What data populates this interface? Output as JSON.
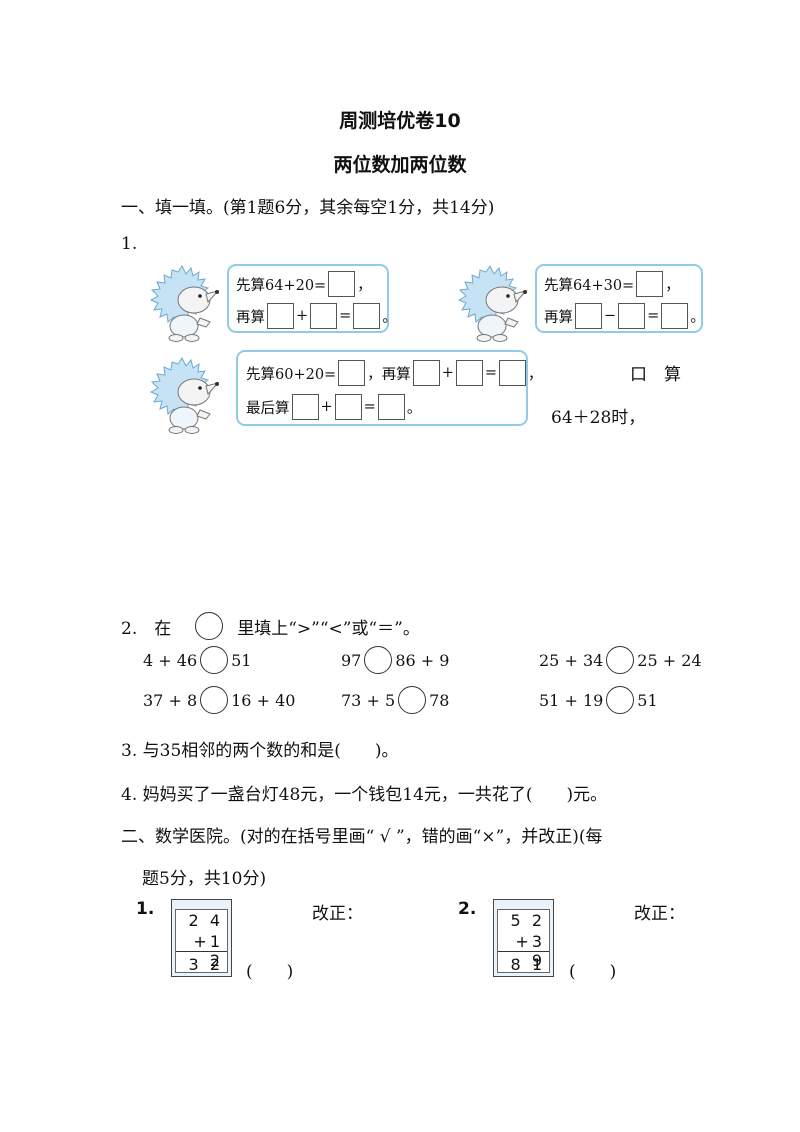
{
  "header": {
    "title": "周测培优卷10",
    "subtitle": "两位数加两位数"
  },
  "part1": {
    "heading": "一、填一填。(第1题6分，其余每空1分，共14分)",
    "q1": {
      "number": "1.",
      "bubble1": {
        "row1": "先算64+20=",
        "row1_end": "，",
        "row2": "再算",
        "plus": "+",
        "eq": "=",
        "end": "。"
      },
      "bubble2": {
        "row1": "先算64+30=",
        "row1_end": "，",
        "row2": "再算",
        "minus": "−",
        "eq": "=",
        "end": "。"
      },
      "bubble3": {
        "row1": "先算60+20=",
        "mid": "，再算",
        "plus": "+",
        "eq": "=",
        "row1_end": "，",
        "row2": "最后算",
        "end": "。"
      },
      "side_label": "口　算",
      "side_expr": "64＋28时，"
    },
    "q2": {
      "prefix": "2.　在",
      "suffix": "里填上“>”“<”或“＝”。",
      "rows": [
        [
          {
            "left": "4 + 46",
            "right": "51"
          },
          {
            "left": "97",
            "right": "86 + 9"
          },
          {
            "left": "25 + 34",
            "right": "25 + 24"
          }
        ],
        [
          {
            "left": "37 + 8",
            "right": "16 + 40"
          },
          {
            "left": "73 + 5",
            "right": "78"
          },
          {
            "left": "51 + 19",
            "right": "51"
          }
        ]
      ]
    },
    "q3": "3. 与35相邻的两个数的和是(　　)。",
    "q4": "4. 妈妈买了一盏台灯48元，一个钱包14元，一共花了(　　)元。"
  },
  "part2": {
    "heading_line1": "二、数学医院。(对的在括号里画“ √ ”，错的画“×”，并改正)(每",
    "heading_line2": "题5分，共10分)",
    "problems": [
      {
        "number": "1.",
        "top": "2 4",
        "add": "+1 2",
        "result": "3 2",
        "correction_label": "改正：",
        "paren": "(　　)"
      },
      {
        "number": "2.",
        "top": "5 2",
        "add": "+3 9",
        "result": "8 1",
        "correction_label": "改正：",
        "paren": "(　　)"
      }
    ]
  },
  "colors": {
    "bubble_border": "#8fcbe8",
    "hedgehog": "#c6e3f5",
    "pad_bg": "#e9f3fb"
  }
}
